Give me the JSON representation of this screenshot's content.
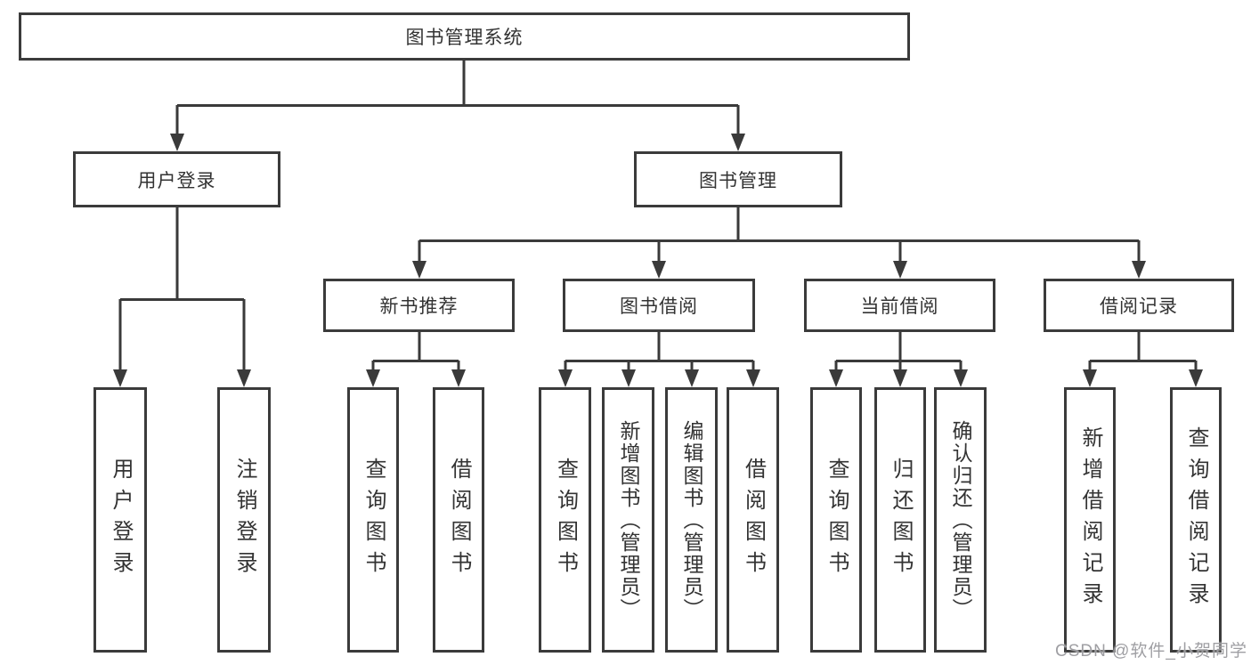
{
  "diagram": {
    "root_label": "图书管理系统",
    "level2": {
      "login": "用户登录",
      "management": "图书管理"
    },
    "level3": {
      "new_books": "新书推荐",
      "book_borrow": "图书借阅",
      "current_borrow": "当前借阅",
      "borrow_records": "借阅记录"
    },
    "leaves": {
      "user_login": "用户登录",
      "logout": "注销登录",
      "nb_query": "查询图书",
      "nb_borrow": "借阅图书",
      "bb_query": "查询图书",
      "bb_add": "新增图书（管理员）",
      "bb_edit": "编辑图书（管理员）",
      "bb_borrow": "借阅图书",
      "cb_query": "查询图书",
      "cb_return": "归还图书",
      "cb_confirm": "确认归还（管理员）",
      "br_add": "新增借阅记录",
      "br_query": "查询借阅记录"
    },
    "watermark": "CSDN @软件_小贺同学",
    "colors": {
      "line": "#3a3a3a",
      "border": "#3b3b3b",
      "text": "#333333",
      "watermark": "#9a9a9e"
    }
  }
}
